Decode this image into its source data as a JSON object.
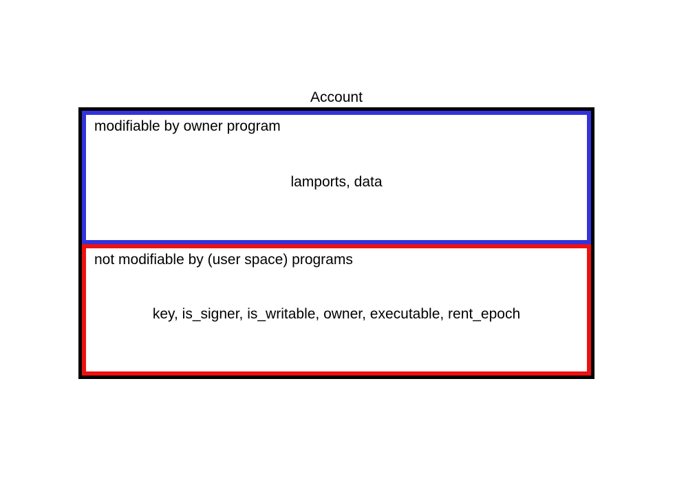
{
  "diagram": {
    "title": "Account",
    "outer_border_color": "#000000",
    "background_color": "#ffffff",
    "sections": [
      {
        "id": "modifiable",
        "label": "modifiable by owner program",
        "fields": "lamports, data",
        "border_color": "#3333db"
      },
      {
        "id": "not-modifiable",
        "label": "not modifiable by (user space) programs",
        "fields": "key, is_signer, is_writable, owner, executable, rent_epoch",
        "border_color": "#ee1111"
      }
    ]
  }
}
